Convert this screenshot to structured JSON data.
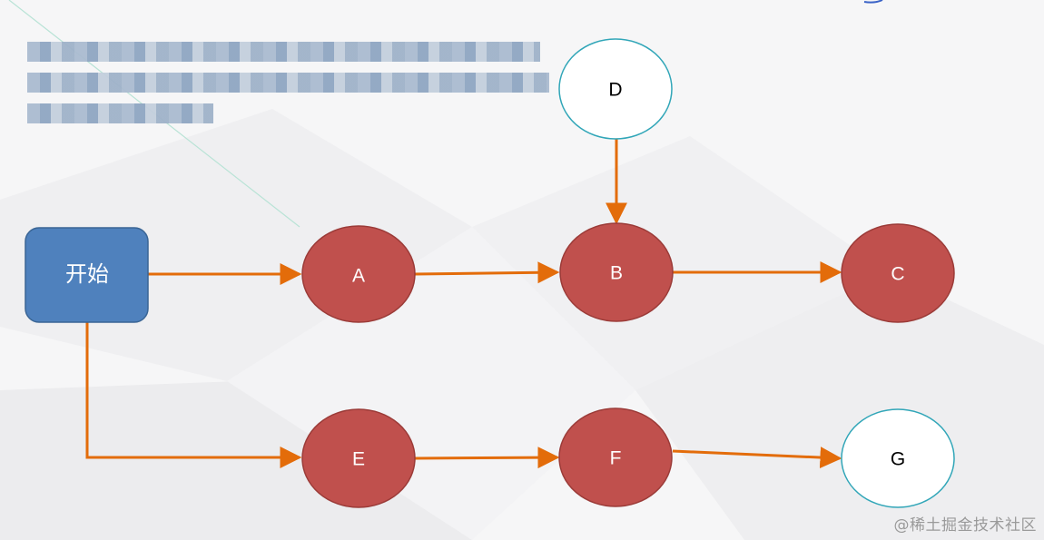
{
  "diagram": {
    "nodes": {
      "start": {
        "label": "开始",
        "fill": "#4f81bd"
      },
      "a": {
        "label": "A",
        "fill": "#c0504d"
      },
      "b": {
        "label": "B",
        "fill": "#c0504d"
      },
      "c": {
        "label": "C",
        "fill": "#c0504d"
      },
      "d": {
        "label": "D",
        "fill": "#ffffff"
      },
      "e": {
        "label": "E",
        "fill": "#c0504d"
      },
      "f": {
        "label": "F",
        "fill": "#c0504d"
      },
      "g": {
        "label": "G",
        "fill": "#ffffff"
      }
    },
    "edges": [
      {
        "from": "开始",
        "to": "A"
      },
      {
        "from": "A",
        "to": "B"
      },
      {
        "from": "B",
        "to": "C"
      },
      {
        "from": "D",
        "to": "B"
      },
      {
        "from": "开始",
        "to": "E"
      },
      {
        "from": "E",
        "to": "F"
      },
      {
        "from": "F",
        "to": "G"
      }
    ],
    "colors": {
      "edge": "#e36c0a",
      "outline_teal": "#31a6b8",
      "outline_dark_red": "#9b3b38",
      "outline_blue": "#3a6595"
    }
  },
  "watermark": "@稀土掘金技术社区"
}
